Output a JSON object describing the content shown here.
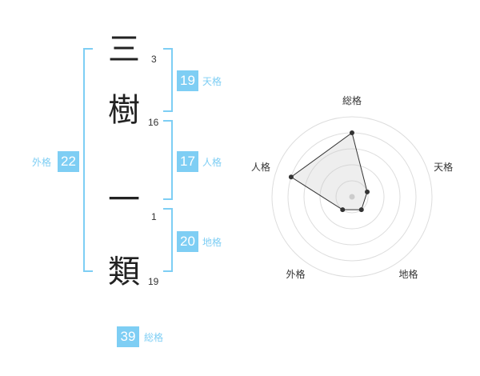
{
  "name": [
    {
      "char": "三",
      "strokes": "3"
    },
    {
      "char": "樹",
      "strokes": "16"
    },
    {
      "char": "一",
      "strokes": "1"
    },
    {
      "char": "類",
      "strokes": "19"
    }
  ],
  "kaku": {
    "tenkaku": {
      "value": "19",
      "label": "天格"
    },
    "jinkaku": {
      "value": "17",
      "label": "人格"
    },
    "chikaku": {
      "value": "20",
      "label": "地格"
    },
    "gaikaku": {
      "value": "22",
      "label": "外格"
    },
    "soukaku": {
      "value": "39",
      "label": "総格"
    }
  },
  "colors": {
    "accent": "#7ecef4",
    "text": "#222222",
    "grid": "#dddddd"
  },
  "chart_data": {
    "type": "radar",
    "axes": [
      "総格",
      "天格",
      "地格",
      "外格",
      "人格"
    ],
    "series": [
      {
        "values": [
          4,
          1,
          1,
          1,
          4
        ]
      }
    ],
    "rmax": 5,
    "grid_levels": 5
  }
}
